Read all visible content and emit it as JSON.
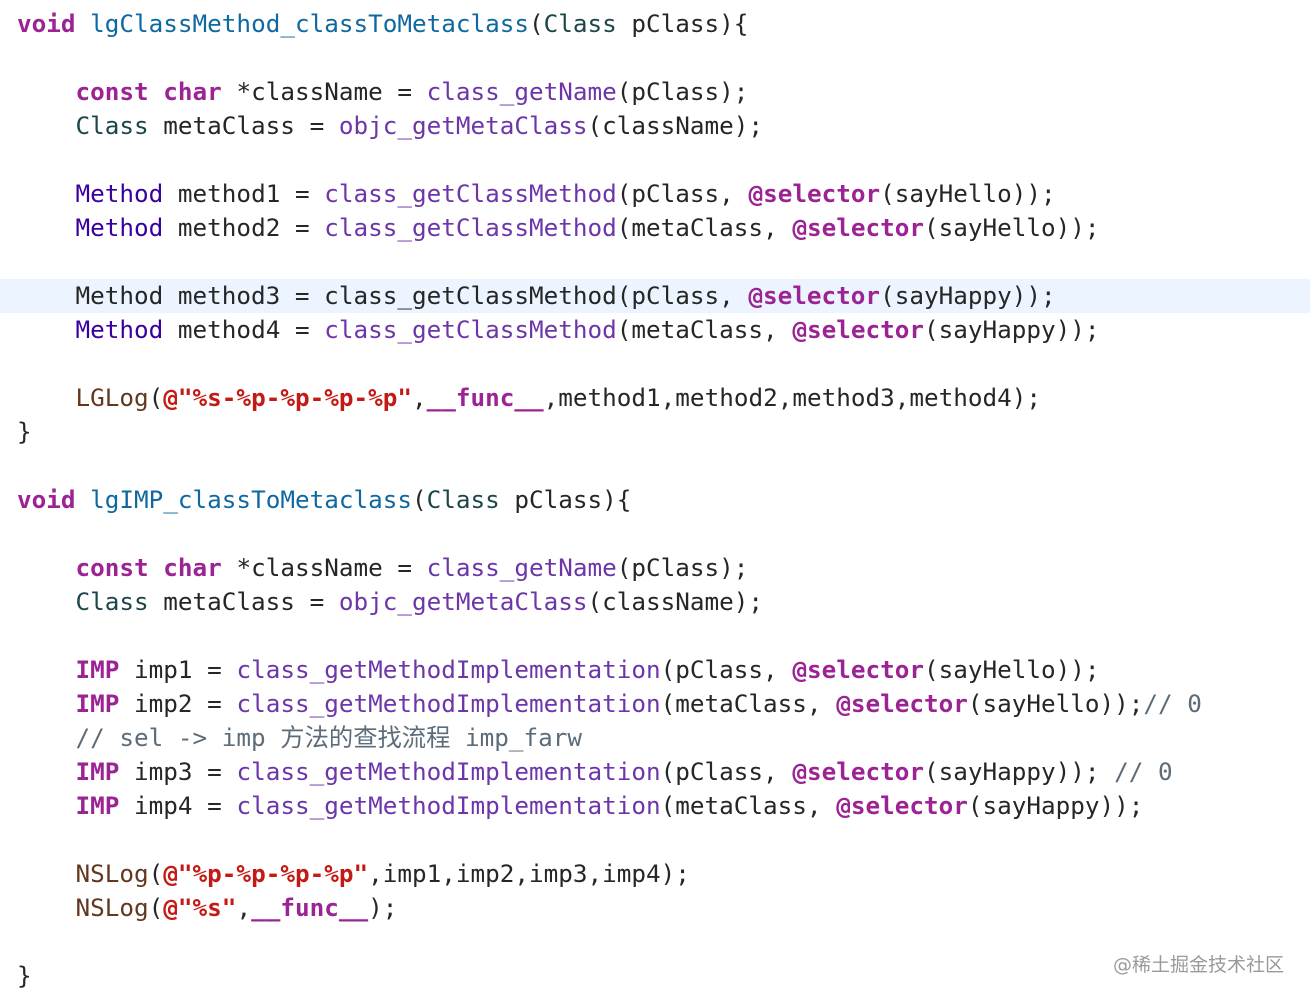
{
  "editor": {
    "current_line_index": 8,
    "lines": [
      [
        [
          "void",
          "kw"
        ],
        [
          " ",
          "plain"
        ],
        [
          "lgClassMethod_classToMetaclass",
          "decl"
        ],
        [
          "(",
          "plain"
        ],
        [
          "Class",
          "cls"
        ],
        [
          " pClass){",
          "plain"
        ]
      ],
      [],
      [
        [
          "    ",
          "plain"
        ],
        [
          "const",
          "kw"
        ],
        [
          " ",
          "plain"
        ],
        [
          "char",
          "kw"
        ],
        [
          " *className = ",
          "plain"
        ],
        [
          "class_getName",
          "fn"
        ],
        [
          "(pClass);",
          "plain"
        ]
      ],
      [
        [
          "    ",
          "plain"
        ],
        [
          "Class",
          "cls"
        ],
        [
          " metaClass = ",
          "plain"
        ],
        [
          "objc_getMetaClass",
          "fn"
        ],
        [
          "(className);",
          "plain"
        ]
      ],
      [],
      [
        [
          "    ",
          "plain"
        ],
        [
          "Method",
          "type"
        ],
        [
          " method1 = ",
          "plain"
        ],
        [
          "class_getClassMethod",
          "fn"
        ],
        [
          "(pClass, ",
          "plain"
        ],
        [
          "@selector",
          "kw"
        ],
        [
          "(sayHello));",
          "plain"
        ]
      ],
      [
        [
          "    ",
          "plain"
        ],
        [
          "Method",
          "type"
        ],
        [
          " method2 = ",
          "plain"
        ],
        [
          "class_getClassMethod",
          "fn"
        ],
        [
          "(metaClass, ",
          "plain"
        ],
        [
          "@selector",
          "kw"
        ],
        [
          "(sayHello));",
          "plain"
        ]
      ],
      [],
      [
        [
          "    Method method3 = class_getClassMethod(pClass, ",
          "plain"
        ],
        [
          "@selector",
          "kw"
        ],
        [
          "(sayHappy));",
          "plain"
        ]
      ],
      [
        [
          "    ",
          "plain"
        ],
        [
          "Method",
          "type"
        ],
        [
          " method4 = ",
          "plain"
        ],
        [
          "class_getClassMethod",
          "fn"
        ],
        [
          "(metaClass, ",
          "plain"
        ],
        [
          "@selector",
          "kw"
        ],
        [
          "(sayHappy));",
          "plain"
        ]
      ],
      [],
      [
        [
          "    ",
          "plain"
        ],
        [
          "LGLog",
          "mac"
        ],
        [
          "(",
          "plain"
        ],
        [
          "@\"%s-%p-%p-%p-%p\"",
          "str"
        ],
        [
          ",",
          "plain"
        ],
        [
          "__func__",
          "kw"
        ],
        [
          ",method1,method2,method3,method4);",
          "plain"
        ]
      ],
      [
        [
          "}",
          "plain"
        ]
      ],
      [],
      [
        [
          "void",
          "kw"
        ],
        [
          " ",
          "plain"
        ],
        [
          "lgIMP_classToMetaclass",
          "decl"
        ],
        [
          "(",
          "plain"
        ],
        [
          "Class",
          "cls"
        ],
        [
          " pClass){",
          "plain"
        ]
      ],
      [],
      [
        [
          "    ",
          "plain"
        ],
        [
          "const",
          "kw"
        ],
        [
          " ",
          "plain"
        ],
        [
          "char",
          "kw"
        ],
        [
          " *className = ",
          "plain"
        ],
        [
          "class_getName",
          "fn"
        ],
        [
          "(pClass);",
          "plain"
        ]
      ],
      [
        [
          "    ",
          "plain"
        ],
        [
          "Class",
          "cls"
        ],
        [
          " metaClass = ",
          "plain"
        ],
        [
          "objc_getMetaClass",
          "fn"
        ],
        [
          "(className);",
          "plain"
        ]
      ],
      [],
      [
        [
          "    ",
          "plain"
        ],
        [
          "IMP",
          "kw"
        ],
        [
          " imp1 = ",
          "plain"
        ],
        [
          "class_getMethodImplementation",
          "fn"
        ],
        [
          "(pClass, ",
          "plain"
        ],
        [
          "@selector",
          "kw"
        ],
        [
          "(sayHello));",
          "plain"
        ]
      ],
      [
        [
          "    ",
          "plain"
        ],
        [
          "IMP",
          "kw"
        ],
        [
          " imp2 = ",
          "plain"
        ],
        [
          "class_getMethodImplementation",
          "fn"
        ],
        [
          "(metaClass, ",
          "plain"
        ],
        [
          "@selector",
          "kw"
        ],
        [
          "(sayHello));",
          "plain"
        ],
        [
          "// 0",
          "cmt"
        ]
      ],
      [
        [
          "    ",
          "plain"
        ],
        [
          "// sel -> imp 方法的查找流程 imp_farw",
          "cmt"
        ]
      ],
      [
        [
          "    ",
          "plain"
        ],
        [
          "IMP",
          "kw"
        ],
        [
          " imp3 = ",
          "plain"
        ],
        [
          "class_getMethodImplementation",
          "fn"
        ],
        [
          "(pClass, ",
          "plain"
        ],
        [
          "@selector",
          "kw"
        ],
        [
          "(sayHappy)); ",
          "plain"
        ],
        [
          "// 0",
          "cmt"
        ]
      ],
      [
        [
          "    ",
          "plain"
        ],
        [
          "IMP",
          "kw"
        ],
        [
          " imp4 = ",
          "plain"
        ],
        [
          "class_getMethodImplementation",
          "fn"
        ],
        [
          "(metaClass, ",
          "plain"
        ],
        [
          "@selector",
          "kw"
        ],
        [
          "(sayHappy));",
          "plain"
        ]
      ],
      [],
      [
        [
          "    ",
          "plain"
        ],
        [
          "NSLog",
          "mac"
        ],
        [
          "(",
          "plain"
        ],
        [
          "@\"%p-%p-%p-%p\"",
          "str"
        ],
        [
          ",imp1,imp2,imp3,imp4);",
          "plain"
        ]
      ],
      [
        [
          "    ",
          "plain"
        ],
        [
          "NSLog",
          "mac"
        ],
        [
          "(",
          "plain"
        ],
        [
          "@\"%s\"",
          "str"
        ],
        [
          ",",
          "plain"
        ],
        [
          "__func__",
          "kw"
        ],
        [
          ");",
          "plain"
        ]
      ],
      [],
      [
        [
          "}",
          "plain"
        ]
      ]
    ]
  },
  "watermark": {
    "text": "@稀土掘金技术社区"
  },
  "theme": {
    "background": "#ffffff",
    "current_line": "#ecf5ff",
    "keyword": "#9b2393",
    "type": "#3900a0",
    "class": "#1c464a",
    "function": "#6c36a9",
    "declaration": "#0f68a0",
    "string": "#c41a16",
    "macro": "#643820",
    "comment": "#5d6c79"
  }
}
